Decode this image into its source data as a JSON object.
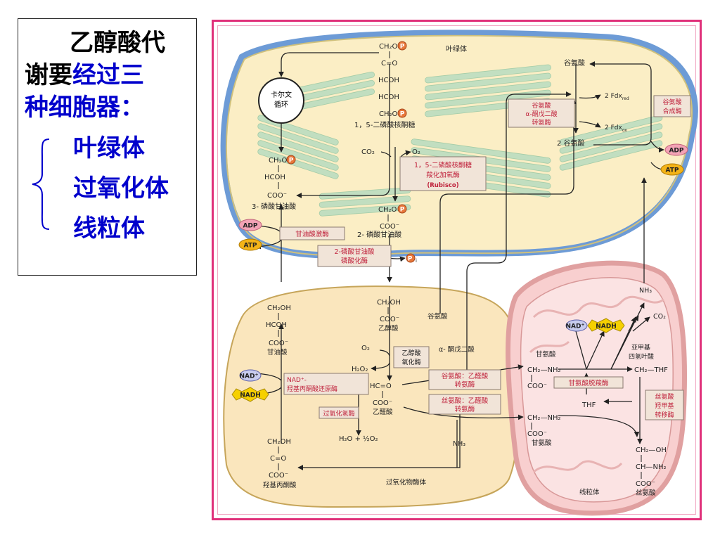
{
  "textbox": {
    "line1": "乙醇酸代",
    "line2_black": "谢要",
    "line2_blue": "经过三",
    "line3": "种细胞器：",
    "organelles": [
      "叶绿体",
      "过氧化体",
      "线粒体"
    ]
  },
  "organelles": {
    "chloroplast": "叶绿体",
    "peroxisome": "过氧化物酶体",
    "mitochondrion": "线粒体"
  },
  "chloroplast": {
    "calvin_cycle": [
      "卡尔文",
      "循环"
    ],
    "rubp": [
      "CH₂O",
      "C=O",
      "HCOH",
      "HCOH",
      "CH₂O"
    ],
    "rubp_name": "1，5-二磷酸核酮糖",
    "co2": "CO₂",
    "o2": "O₂",
    "pga": [
      "CH₂O",
      "HCOH",
      "COO⁻"
    ],
    "pga_name": "3- 磷酸甘油酸",
    "pg": [
      "CH₂O",
      "COO⁻"
    ],
    "pg_name": "2- 磷酸甘油酸",
    "rubisco": [
      "1，5-二磷酸核酮糖",
      "羧化加氧酶",
      "(Rubisco)"
    ],
    "glycerate_kinase": "甘油酸激酶",
    "pg_phosphatase": [
      "2-磷酸甘油酸",
      "磷酸化酶"
    ],
    "glutamate_top": "谷氨酸",
    "glutamate_2": "2 谷氨酸",
    "gogat": [
      "谷氨酸",
      "α-酮戊二酸",
      "转氨酶"
    ],
    "gs": [
      "谷氨酸",
      "合成酶"
    ],
    "fd_red": "2 Fdx",
    "fd_red_sub": "red",
    "fd_ox": "2 Fdx",
    "fd_ox_sub": "ox"
  },
  "peroxisome": {
    "glycerate": [
      "CH₂OH",
      "HCOH",
      "COO⁻"
    ],
    "glycerate_name": "甘油酸",
    "glycolate": [
      "CH₂OH",
      "COO⁻"
    ],
    "glycolate_name": "乙醇酸",
    "glycolate_oxidase": [
      "乙醇酸",
      "氧化酶"
    ],
    "glyoxylate": [
      "HC=O",
      "COO⁻"
    ],
    "glyoxylate_name": "乙醛酸",
    "o2": "O₂",
    "h2o2": "H₂O₂",
    "catalase": "过氧化氢酶",
    "water": "H₂O +",
    "half": "½",
    "half_o2": "O₂",
    "hp_reductase": [
      "NAD⁺-",
      "羟基丙酮酸还原酶"
    ],
    "hydroxypyruvate": [
      "CH₂OH",
      "C=O",
      "COO⁻"
    ],
    "hydroxypyruvate_name": "羟基丙酮酸",
    "glutamate": "谷氨酸",
    "akg": "α- 酮戊二酸",
    "glu_glyox_at": [
      "谷氨酸：乙醛酸",
      "转氨酶"
    ],
    "ser_glyox_at": [
      "丝氨酸：乙醛酸",
      "转氨酶"
    ],
    "nh3": "NH₃"
  },
  "mitochondrion": {
    "glycine1": [
      "CH₂—NH₂",
      "COO⁻"
    ],
    "glycine1_name": "甘氨酸",
    "glycine2": [
      "CH₂—NH₂",
      "COO⁻"
    ],
    "glycine2_name": "甘氨酸",
    "mthf_name": [
      "亚甲基",
      "四氢叶酸"
    ],
    "mthf": "CH₂—THF",
    "gdc": "甘氨酸脱羧酶",
    "thf": "THF",
    "shmt": [
      "丝氨酸",
      "羟甲基",
      "转移酶"
    ],
    "serine": [
      "CH₂—OH",
      "CH—NH₂",
      "COO⁻"
    ],
    "serine_name": "丝氨酸",
    "nh3": "NH₃",
    "co2": "CO₂"
  },
  "badges": {
    "adp": "ADP",
    "atp": "ATP",
    "nad": "NAD",
    "nad_sup": "+",
    "nadh": "NADH",
    "p": "P",
    "pi_sub": "i"
  },
  "colors": {
    "frame": "#e0307a",
    "chloroplast_fill": "#fbeec5",
    "envelope_blue": "#6d9bd6",
    "thylakoid": "#b8dcc0",
    "peroxisome_fill": "#fae6bd",
    "mito_fill": "#f8cfcf",
    "enzyme_red": "#c0223c",
    "enzyme_box": "#f1e4d8",
    "text_blue": "#0000cc",
    "atp_yellow": "#f4b418",
    "nadh_yellow": "#f6d000",
    "p_orange": "#e8773a"
  }
}
